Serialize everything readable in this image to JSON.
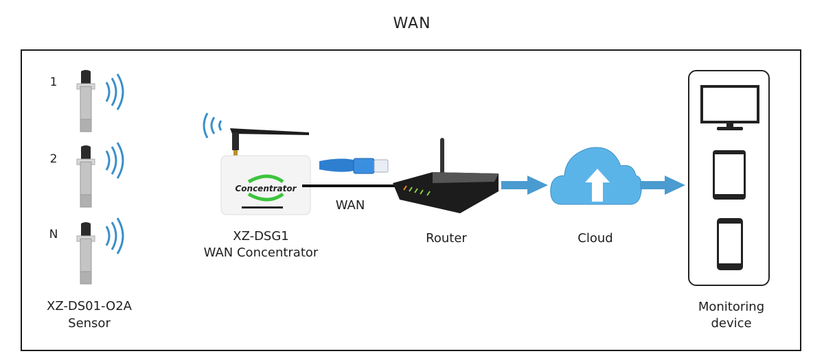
{
  "title": "WAN",
  "sensors": {
    "items": [
      {
        "index_label": "1"
      },
      {
        "index_label": "2"
      },
      {
        "index_label": "N"
      }
    ],
    "model": "XZ-DS01-O2A",
    "name": "Sensor"
  },
  "concentrator": {
    "model": "XZ-DSG1",
    "name": "WAN Concentrator",
    "device_text": "Concentrator"
  },
  "link_label": "WAN",
  "router": {
    "name": "Router"
  },
  "cloud": {
    "name": "Cloud"
  },
  "monitoring": {
    "line1": "Monitoring",
    "line2": "device"
  },
  "colors": {
    "signal": "#3a8fc9",
    "arrow": "#4a9bd0",
    "cloud": "#5bb4e8",
    "logo_green": "#3cc43c"
  }
}
